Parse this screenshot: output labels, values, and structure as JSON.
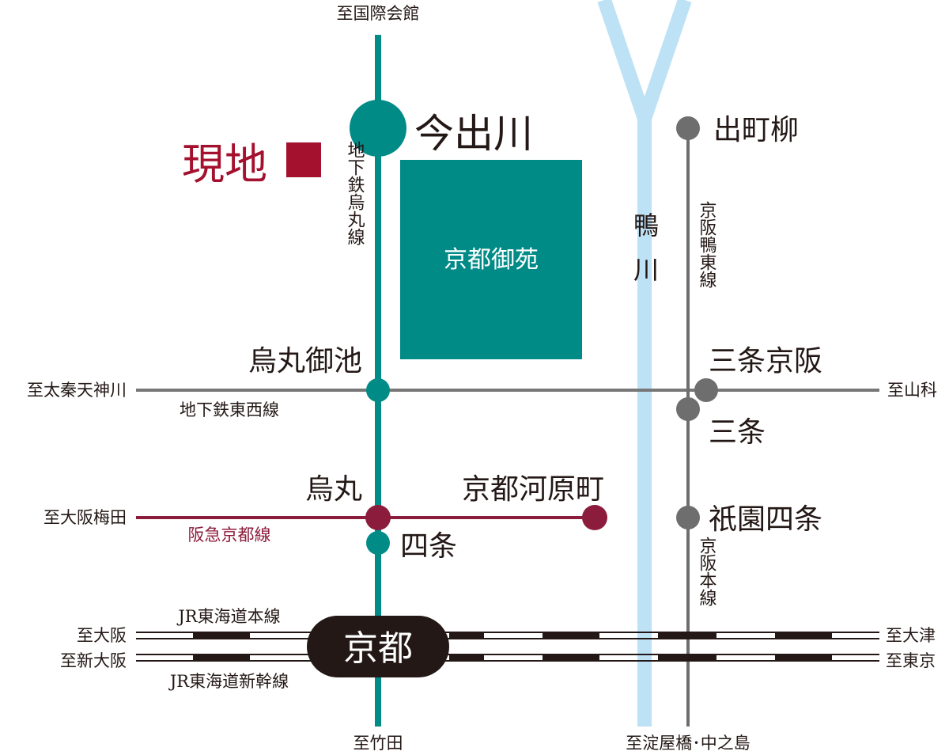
{
  "colors": {
    "karasuma_line": "#008b87",
    "tozai_line": "#777777",
    "hankyu_line": "#8c1c3c",
    "keihan_line": "#6e6e6e",
    "kamo_river": "#bde1f5",
    "gosho_park": "#008b87",
    "site_marker": "#a4112e",
    "station_badge": "#231815",
    "text": "#231815"
  },
  "site": {
    "label": "現地",
    "marker_icon": "red-square"
  },
  "park": {
    "label": "京都御苑"
  },
  "river": {
    "label": "鴨川"
  },
  "stations": {
    "imadegawa": "今出川",
    "karasuma_oike": "烏丸御池",
    "karasuma": "烏丸",
    "shijo": "四条",
    "kawaramachi": "京都河原町",
    "demachiyanagi": "出町柳",
    "sanjo_keihan": "三条京阪",
    "sanjo": "三条",
    "gion_shijo": "祇園四条",
    "kyoto": "京都"
  },
  "lines": {
    "karasuma": "地下鉄烏丸線",
    "tozai": "地下鉄東西線",
    "hankyu": "阪急京都線",
    "keihan_oto": "京阪鴨東線",
    "keihan_main": "京阪本線",
    "tokaido": "JR東海道本線",
    "shinkansen": "JR東海道新幹線"
  },
  "destinations": {
    "kokusai_kaikan": "至国際会館",
    "takeda": "至竹田",
    "uzumasa": "至太秦天神川",
    "yamashina": "至山科",
    "osaka_umeda": "至大阪梅田",
    "osaka": "至大阪",
    "shin_osaka": "至新大阪",
    "otsu": "至大津",
    "tokyo": "至東京",
    "yodoyabashi": "至淀屋橋･中之島"
  }
}
